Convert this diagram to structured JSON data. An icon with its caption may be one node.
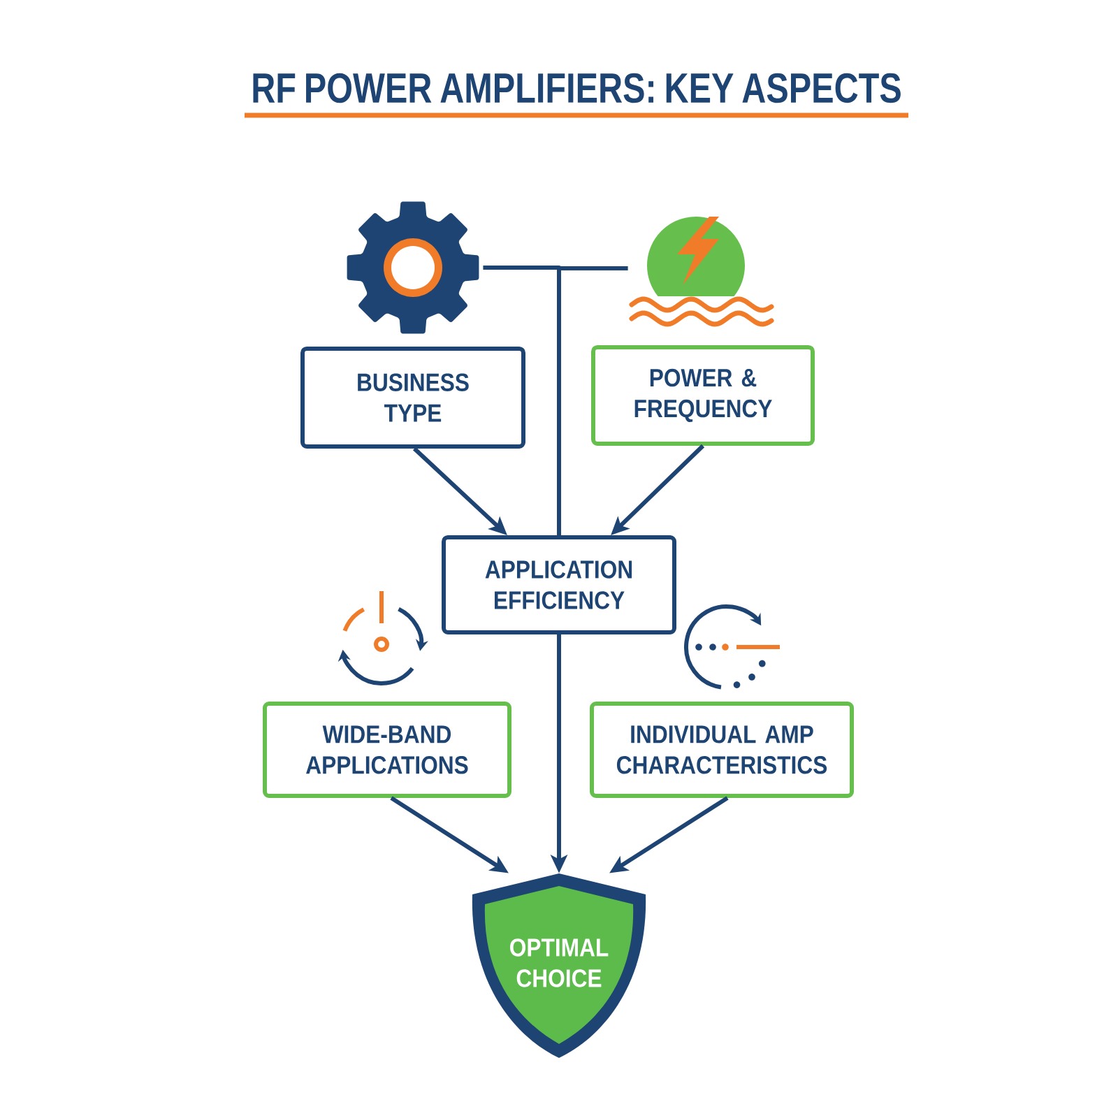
{
  "diagram": {
    "title": "RF POWER AMPLIFIERS: KEY ASPECTS",
    "nodes": [
      {
        "text": [],
        "shape": "picture"
      },
      {
        "text": [],
        "shape": "picture"
      },
      {
        "text": [
          "BUSINESS TYPE"
        ]
      },
      {
        "text": [
          "POWER & FREQUENCY"
        ]
      },
      {
        "text": [
          "APPLICATION EFFICIENCY"
        ]
      },
      {
        "text": [
          "WIDE-BAND APPLICATIONS"
        ]
      },
      {
        "text": [
          "INDIVIDUAL AMP CHARACTERISTICS"
        ]
      },
      {
        "text": [
          "OPTIMAL CHOICE"
        ]
      }
    ],
    "edges": [
      {
        "from": 0,
        "to": 4,
        "arrow": "none"
      },
      {
        "from": 1,
        "to": 4,
        "arrow": "none"
      },
      {
        "from": 2,
        "to": 4,
        "arrow": "to"
      },
      {
        "from": 3,
        "to": 4,
        "arrow": "to"
      },
      {
        "from": 5,
        "to": 7,
        "arrow": "to"
      },
      {
        "from": 4,
        "to": 7,
        "arrow": "to"
      },
      {
        "from": 6,
        "to": 7,
        "arrow": "to"
      }
    ]
  }
}
